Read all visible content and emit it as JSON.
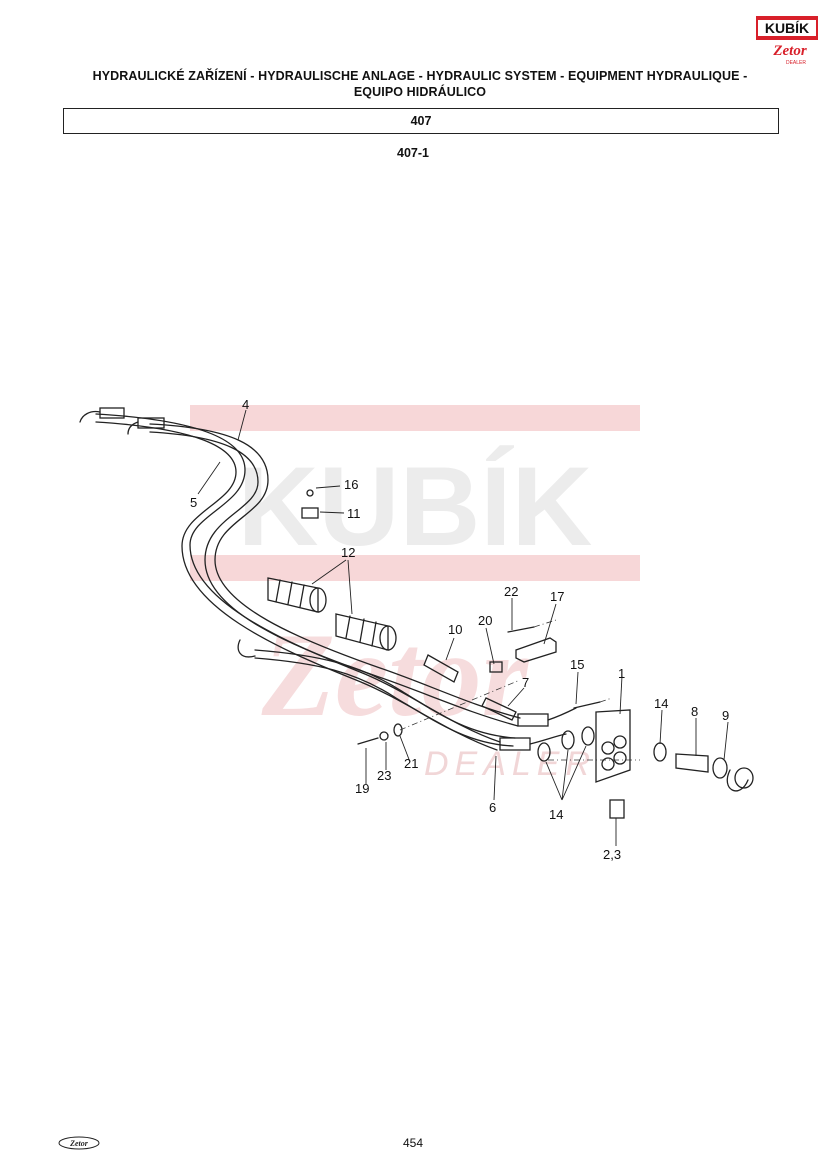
{
  "header": {
    "title_line1": "HYDRAULICKÉ ZAŘÍZENÍ - HYDRAULISCHE ANLAGE - HYDRAULIC SYSTEM - EQUIPMENT HYDRAULIQUE -",
    "title_line2": "EQUIPO HIDRÁULICO",
    "section": "407",
    "subsection": "407-1"
  },
  "logos": {
    "kubik": "KUBÍK",
    "zetor": "Zetor",
    "dealer": "DEALER"
  },
  "watermark": {
    "text": "KUBÍK",
    "dealer": "DEALER",
    "color": "#f4c9cb"
  },
  "brand_colors": {
    "red": "#d8202a",
    "dark": "#111111"
  },
  "callouts": [
    {
      "id": "4",
      "text": "4"
    },
    {
      "id": "5",
      "text": "5"
    },
    {
      "id": "16",
      "text": "16"
    },
    {
      "id": "11",
      "text": "11"
    },
    {
      "id": "12",
      "text": "12"
    },
    {
      "id": "22",
      "text": "22"
    },
    {
      "id": "17",
      "text": "17"
    },
    {
      "id": "20",
      "text": "20"
    },
    {
      "id": "10",
      "text": "10"
    },
    {
      "id": "15",
      "text": "15"
    },
    {
      "id": "1",
      "text": "1"
    },
    {
      "id": "7",
      "text": "7"
    },
    {
      "id": "14a",
      "text": "14"
    },
    {
      "id": "8",
      "text": "8"
    },
    {
      "id": "9",
      "text": "9"
    },
    {
      "id": "19",
      "text": "19"
    },
    {
      "id": "23",
      "text": "23"
    },
    {
      "id": "21",
      "text": "21"
    },
    {
      "id": "6",
      "text": "6"
    },
    {
      "id": "14b",
      "text": "14"
    },
    {
      "id": "23b",
      "text": "2,3"
    }
  ],
  "footer": {
    "page_number": "454",
    "logo": "Zetor"
  }
}
